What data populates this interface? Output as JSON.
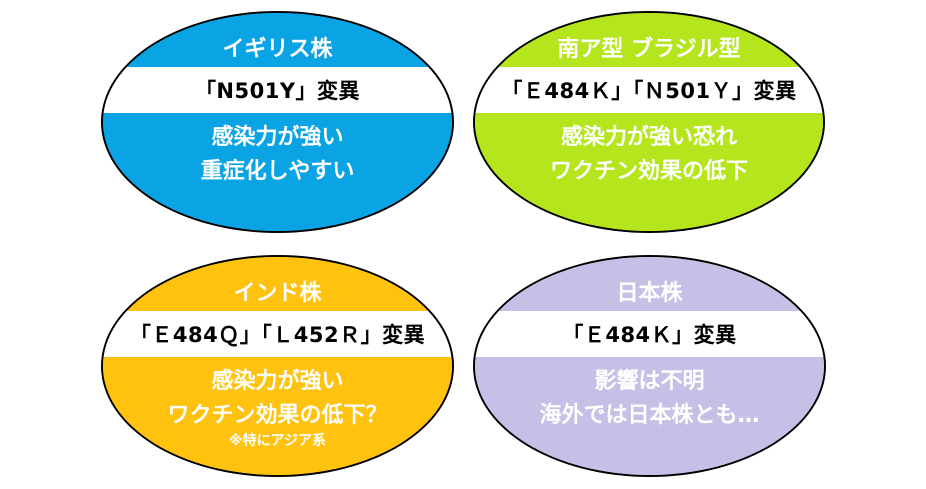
{
  "variants": [
    {
      "title": "イギリス株",
      "mutation": "「N501Y」変異",
      "desc_line1": "感染力が強い",
      "desc_line2": "重症化しやすい",
      "note": "",
      "color": "#0aa3e3"
    },
    {
      "title": "南ア型 ブラジル型",
      "mutation": "「Ｅ484Ｋ」「Ｎ501Ｙ」変異",
      "desc_line1": "感染力が強い恐れ",
      "desc_line2": "ワクチン効果の低下",
      "note": "",
      "color": "#b5e61d"
    },
    {
      "title": "インド株",
      "mutation": "「Ｅ484Ｑ」「Ｌ452Ｒ」変異",
      "desc_line1": "感染力が強い",
      "desc_line2": "ワクチン効果の低下？",
      "note": "※特にアジア系",
      "color": "#ffc20e"
    },
    {
      "title": "日本株",
      "mutation": "「Ｅ484Ｋ」変異",
      "desc_line1": "影響は不明",
      "desc_line2": "海外では日本株とも…",
      "note": "",
      "color": "#c8bfe7"
    }
  ]
}
